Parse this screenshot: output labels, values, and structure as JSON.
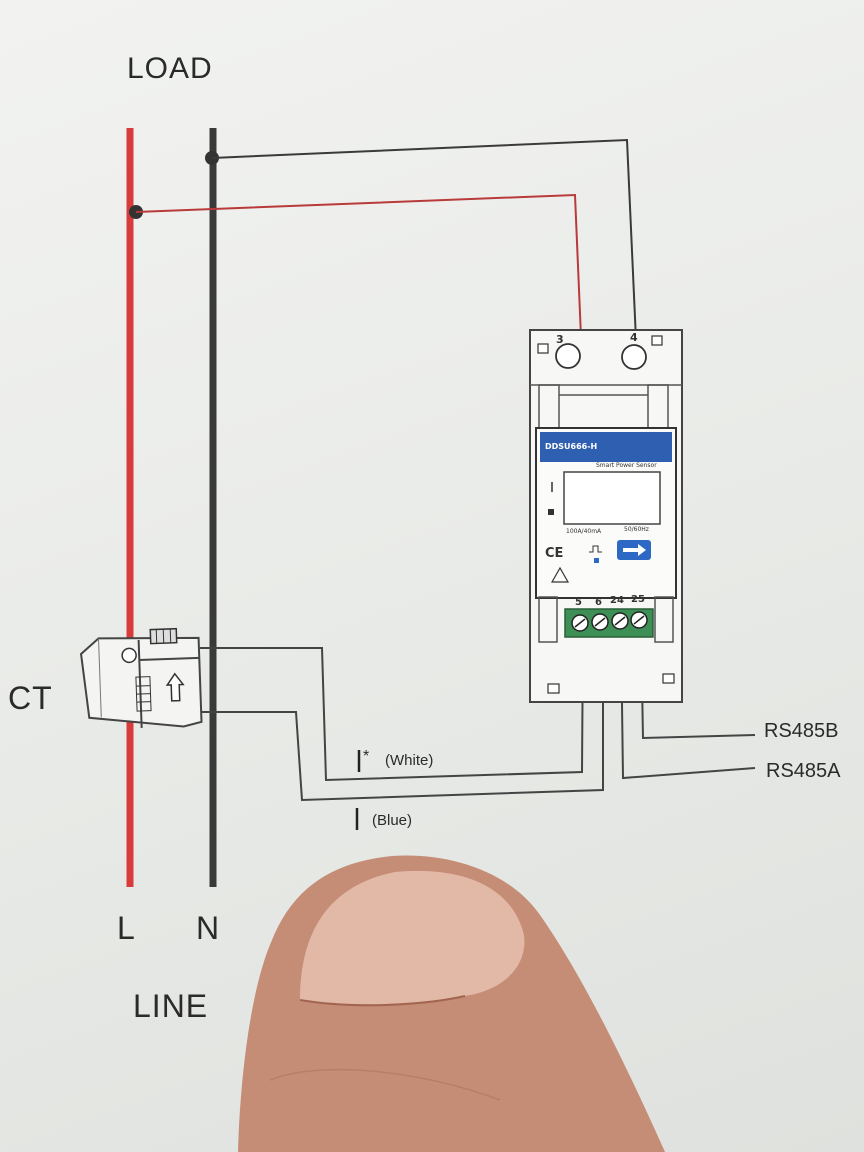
{
  "labels": {
    "load": "LOAD",
    "line": "LINE",
    "live": "L",
    "neutral": "N",
    "ct": "CT",
    "white_wire": "(White)",
    "blue_wire": "(Blue)",
    "rs485b": "RS485B",
    "rs485a": "RS485A"
  },
  "meter": {
    "model": "DDSU666-H",
    "subtitle": "Smart Power Sensor",
    "rating_left": "100A/40mA",
    "rating_right": "50/60Hz",
    "ce_mark": "CE",
    "terminal_top_left": "3",
    "terminal_top_right": "4",
    "terminals_bottom": [
      "5",
      "6",
      "24",
      "25"
    ]
  },
  "colors": {
    "live_wire": "#d93a3a",
    "neutral_wire": "#3b3a3a",
    "meter_display_header": "#2f5fb0",
    "terminal_block": "#3e8f55",
    "arrow_button": "#2c68c4"
  }
}
